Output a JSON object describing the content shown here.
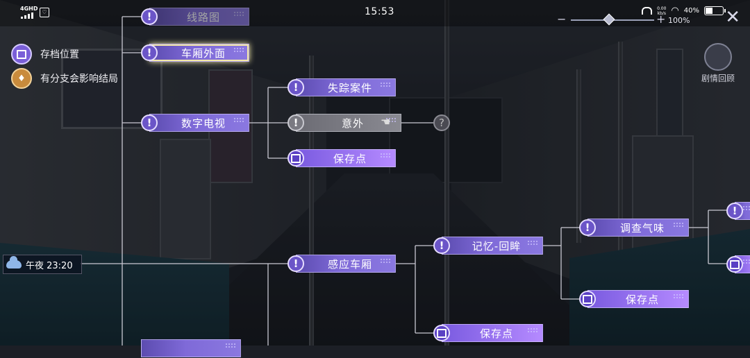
{
  "status_bar": {
    "network": "4GHD",
    "time": "15:53",
    "speed_value": "0.00",
    "speed_unit": "kb/s",
    "battery": "40%"
  },
  "zoom": {
    "minus": "−",
    "plus": "+",
    "percent": "100%",
    "level": 0.45
  },
  "close_icon": "✕",
  "replay_label": "剧情回顾",
  "legend": {
    "save_label": "存档位置",
    "branch_label": "有分支会影响结局"
  },
  "clock": {
    "label": "午夜  23:20"
  },
  "nodes": {
    "route_map": "线路图",
    "car_exterior": "车厢外面",
    "digital_tv": "数字电视",
    "missing_case": "失踪案件",
    "accident": "意外",
    "save_1": "保存点",
    "sense_car": "感应车厢",
    "memory_look": "记忆-回眸",
    "save_2": "保存点",
    "investigate_smell": "调查气味",
    "save_3": "保存点"
  },
  "glyphs": {
    "exclaim": "!",
    "question": "?"
  },
  "colors": {
    "node_purple": "#7f6ad8",
    "save_purple": "#b58aff",
    "locked_grey": "#7a7a82",
    "highlight": "#f4e9a6"
  }
}
